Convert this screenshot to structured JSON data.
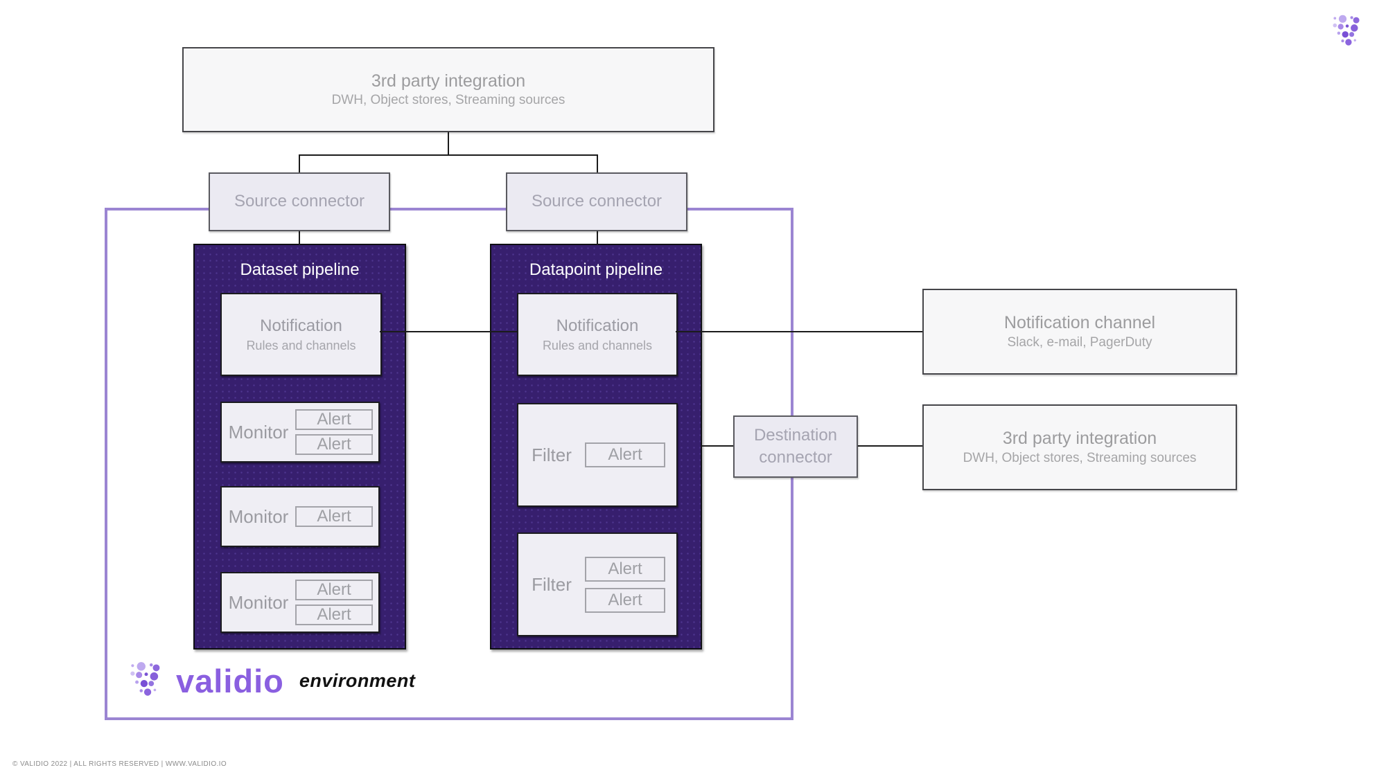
{
  "top_integration": {
    "title": "3rd party integration",
    "subtitle": "DWH, Object stores, Streaming sources"
  },
  "source_connectors": [
    {
      "label": "Source connector"
    },
    {
      "label": "Source connector"
    }
  ],
  "environment": {
    "brand": "validio",
    "label": "environment",
    "dataset_pipeline": {
      "title": "Dataset pipeline",
      "notification": {
        "title": "Notification",
        "subtitle": "Rules and channels"
      },
      "monitors": [
        {
          "label": "Monitor",
          "alerts": [
            "Alert",
            "Alert"
          ]
        },
        {
          "label": "Monitor",
          "alerts": [
            "Alert"
          ]
        },
        {
          "label": "Monitor",
          "alerts": [
            "Alert",
            "Alert"
          ]
        }
      ]
    },
    "datapoint_pipeline": {
      "title": "Datapoint pipeline",
      "notification": {
        "title": "Notification",
        "subtitle": "Rules and channels"
      },
      "filters": [
        {
          "label": "Filter",
          "alerts": [
            "Alert"
          ]
        },
        {
          "label": "Filter",
          "alerts": [
            "Alert",
            "Alert"
          ]
        }
      ]
    }
  },
  "right_column": {
    "notification_channel": {
      "title": "Notification channel",
      "subtitle": "Slack, e-mail, PagerDuty"
    },
    "destination_connector": {
      "label": "Destination connector"
    },
    "third_party": {
      "title": "3rd party integration",
      "subtitle": "DWH, Object stores, Streaming sources"
    }
  },
  "footer": {
    "copyright": "© VALIDIO 2022 | ALL RIGHTS RESERVED | WWW.VALIDIO.IO"
  },
  "colors": {
    "pipeline_purple": "#371f6e",
    "environment_border": "#9b85d2",
    "brand_purple": "#8a5fe0",
    "light_box": "#f7f7f8",
    "lavender_box": "#ebeaf2",
    "inner_box": "#efeef4",
    "gray_text": "#9c9c9e",
    "line_black": "#1b1b1b"
  }
}
